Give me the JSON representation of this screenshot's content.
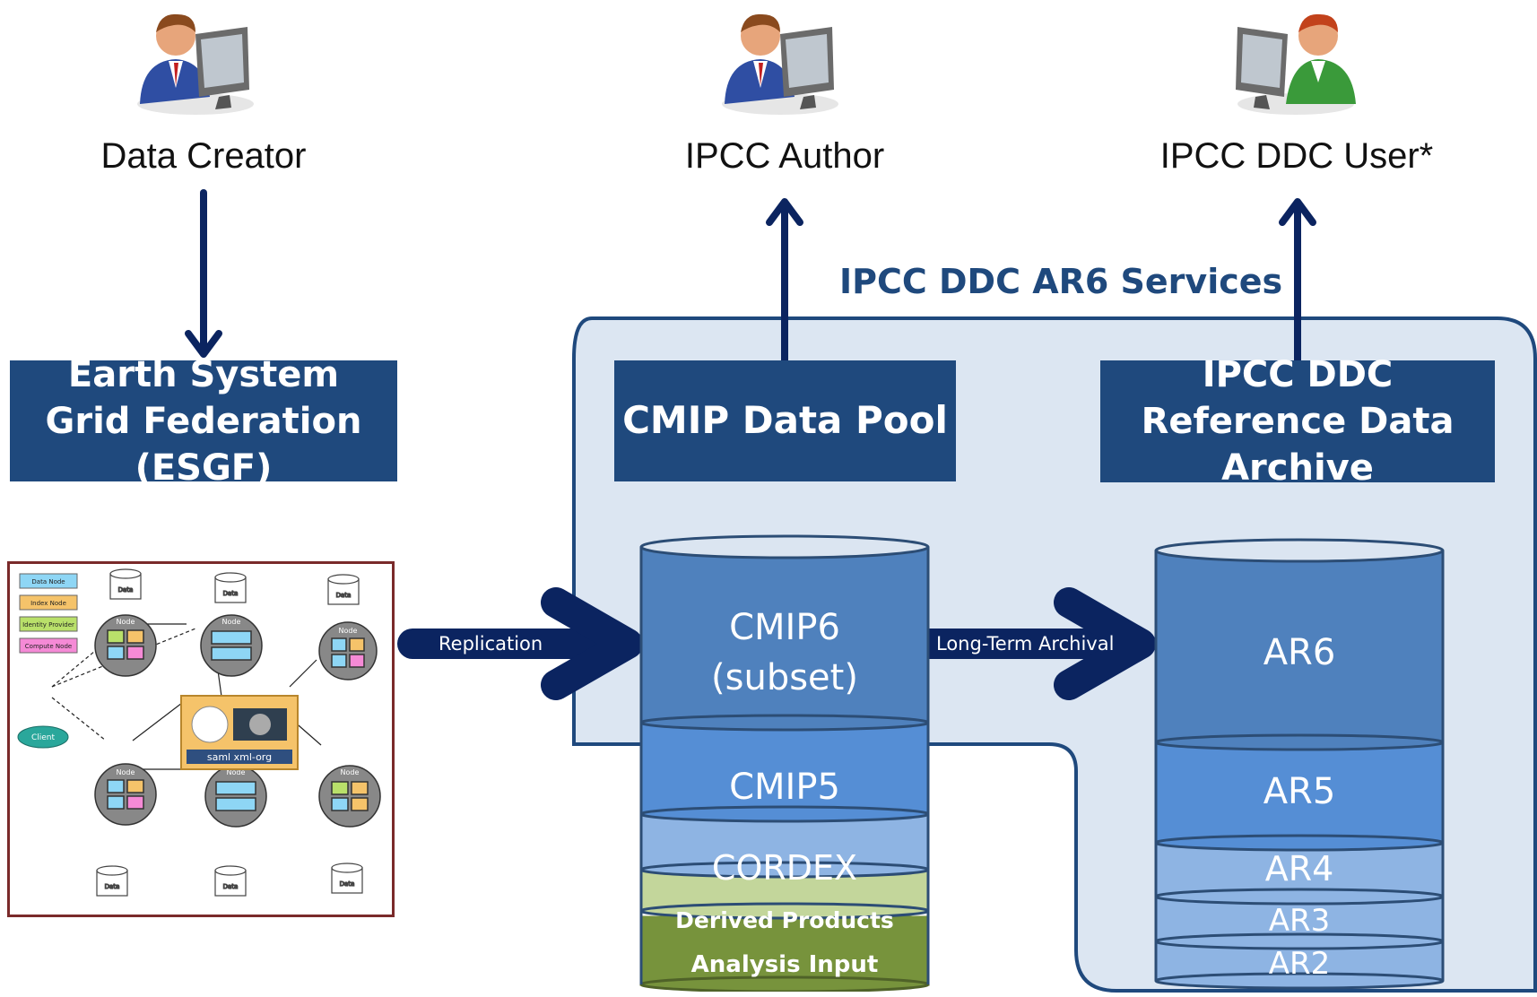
{
  "actors": {
    "creator": "Data Creator",
    "author": "IPCC Author",
    "user": "IPCC DDC User*"
  },
  "boxes": {
    "esgf": "Earth System Grid Federation (ESGF)",
    "pool": "CMIP Data Pool",
    "archive": "IPCC DDC Reference Data Archive"
  },
  "services_title": "IPCC DDC AR6 Services",
  "arrows": {
    "replication": "Replication",
    "archival": "Long-Term Archival"
  },
  "left_stack": [
    "CMIP6\n(subset)",
    "CMIP5",
    "CORDEX",
    "Derived Products",
    "Analysis Input"
  ],
  "right_stack": [
    "AR6",
    "AR5",
    "AR4",
    "AR3",
    "AR2"
  ],
  "esgf_diagram": {
    "legend": [
      "Data Node",
      "Index Node",
      "Identity Provider",
      "Compute Node"
    ],
    "node_label": "Node",
    "data_label": "Data",
    "client_label": "Client",
    "logo_text": "saml xml-org"
  },
  "colors": {
    "navy": "#1f497d",
    "dark_arrow": "#0b2460",
    "services_fill": "#dce6f2",
    "cyl_dark": "#4f81bd",
    "cyl_mid": "#558ed5",
    "cyl_light": "#8eb4e3",
    "green_light": "#c3d69b",
    "green_dark": "#77933c"
  }
}
